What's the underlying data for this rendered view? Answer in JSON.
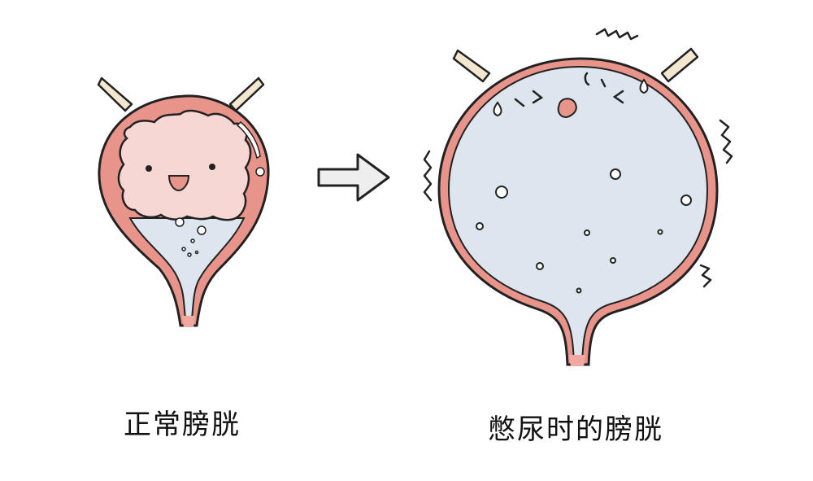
{
  "labels": {
    "normal": "正常膀胱",
    "full": "憋尿时的膀胱"
  },
  "colors": {
    "wall": "#e9948a",
    "wall_outline": "#222222",
    "inner_pink": "#f7d7d3",
    "urine": "#dde6ee",
    "ureter": "#f3e8cf",
    "mouth": "#e9948a",
    "arrow": "#eeeeee"
  },
  "icons": [
    "normal-bladder-illustration",
    "arrow-right-icon",
    "full-bladder-illustration",
    "shake-lines-icon"
  ]
}
